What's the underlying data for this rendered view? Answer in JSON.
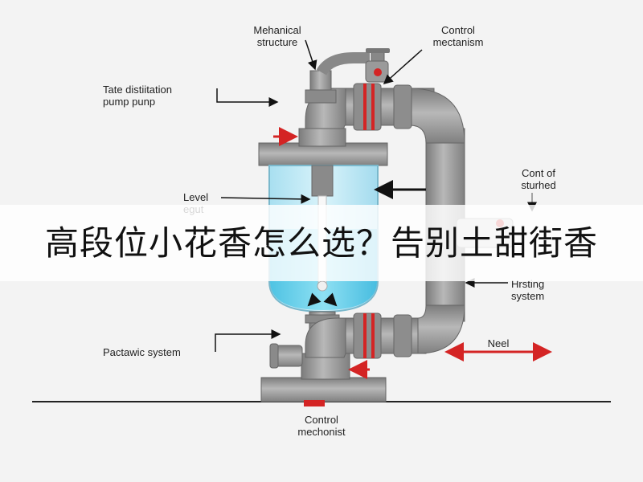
{
  "labels": {
    "mechanical_structure": "Mehanical\nstructure",
    "control_mechanism_top": "Control\nmectanism",
    "tate_distillation": "Tate distiitation\npump punp",
    "cont_of_sturhed": "Cont of\nsturhed",
    "level_egut": "Level\negut",
    "hrsting_system": "Hrsting\nsystem",
    "pactawic_system": "Pactawic system",
    "neel": "Neel",
    "control_mechonist": "Control\nmechonist"
  },
  "banner": {
    "title": "高段位小花香怎么选？告别土甜街香"
  },
  "colors": {
    "pipe": "#9a9a9a",
    "pipe_dark": "#6f6f6f",
    "flange": "#7a7a7a",
    "accent_red": "#d42424",
    "liquid": "#6fd0e8",
    "tank_glass": "#c8eaf4"
  }
}
